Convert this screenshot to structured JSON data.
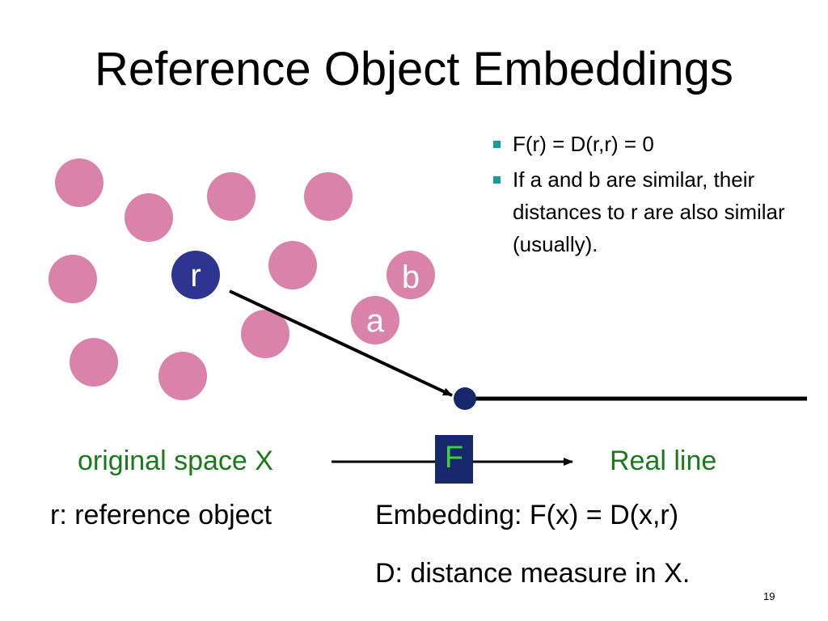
{
  "slide": {
    "title": "Reference Object Embeddings",
    "page_number": "19"
  },
  "bullets": [
    "F(r) = D(r,r) = 0",
    "If a and b are similar, their distances to r are also similar (usually)."
  ],
  "diagram": {
    "point_labels": {
      "r": "r",
      "a": "a",
      "b": "b"
    },
    "function_label": "F",
    "space_label": "original space X",
    "line_label": "Real line",
    "colors": {
      "object": "#d982aa",
      "reference": "#2e3590",
      "mapped_point": "#16286b",
      "green_text": "#1a7a1a",
      "f_box": "#16286b",
      "f_text": "#3cd03c",
      "bullet": "#1b9a9a"
    }
  },
  "captions": {
    "reference": "r: reference object",
    "embedding": "Embedding: F(x) = D(x,r)",
    "distance": "D: distance measure in X."
  }
}
